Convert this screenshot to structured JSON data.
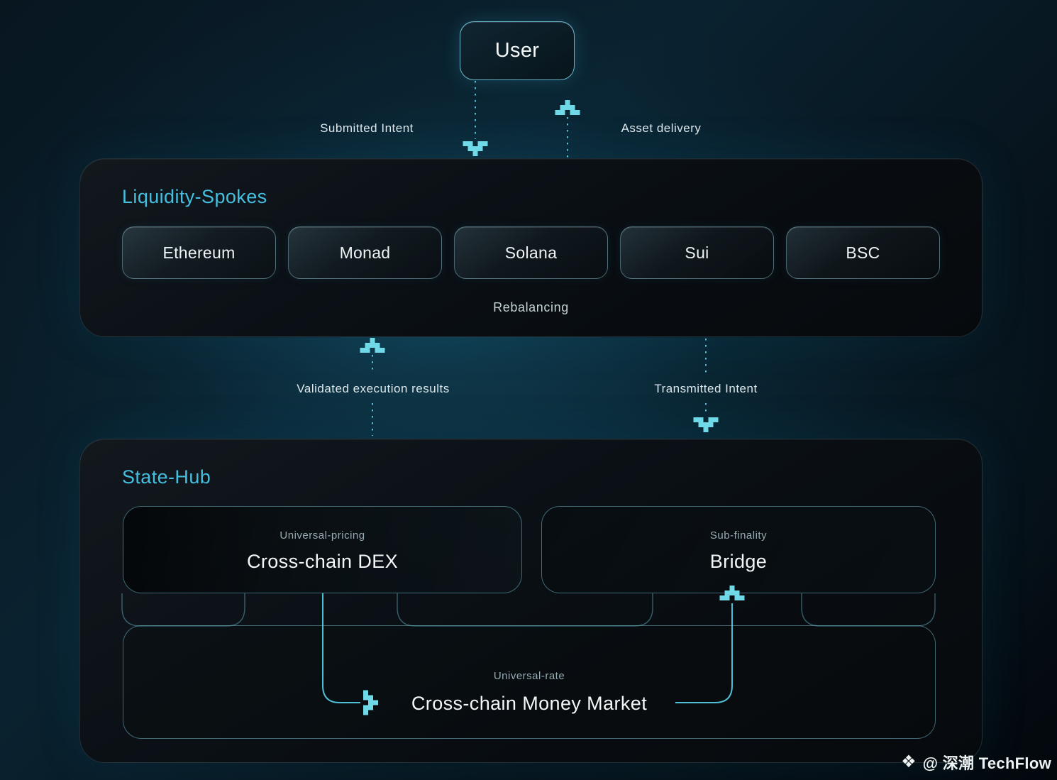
{
  "user": {
    "label": "User"
  },
  "flows": {
    "submitted_intent": "Submitted Intent",
    "asset_delivery": "Asset delivery",
    "validated_execution_results": "Validated execution results",
    "transmitted_intent": "Transmitted Intent"
  },
  "liquidity_spokes": {
    "title": "Liquidity-Spokes",
    "chains": [
      {
        "label": "Ethereum"
      },
      {
        "label": "Monad"
      },
      {
        "label": "Solana"
      },
      {
        "label": "Sui"
      },
      {
        "label": "BSC"
      }
    ],
    "rebalancing_label": "Rebalancing"
  },
  "state_hub": {
    "title": "State-Hub",
    "dex": {
      "tag": "Universal-pricing",
      "label": "Cross-chain DEX"
    },
    "bridge": {
      "tag": "Sub-finality",
      "label": "Bridge"
    },
    "money_market": {
      "tag": "Universal-rate",
      "label": "Cross-chain Money Market"
    }
  },
  "watermark": {
    "logo": "❖",
    "text": "@ 深潮 TechFlow"
  },
  "colors": {
    "accent_title": "#45bedf",
    "arrow": "#6fd9e8",
    "dashed_line": "#5fccdf",
    "node_border": "#78c3d7",
    "panel_bg": "#0b1116",
    "text_primary": "#f3f7f8",
    "text_secondary": "#97abb3"
  }
}
